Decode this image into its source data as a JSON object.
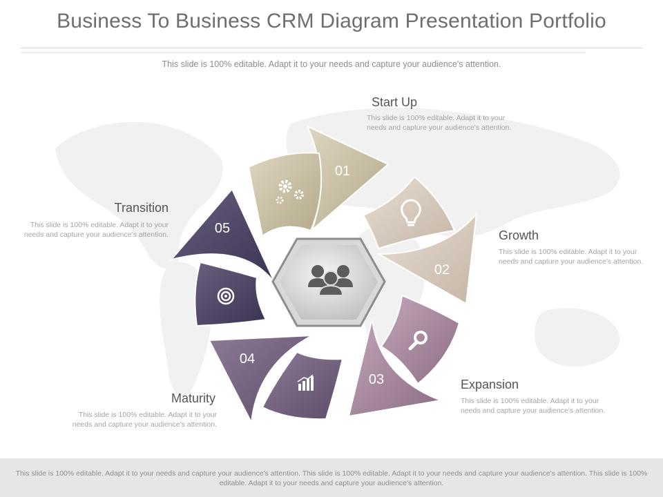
{
  "slide": {
    "title": "Business To Business CRM Diagram Presentation Portfolio",
    "subtitle": "This slide is 100% editable. Adapt it to your needs and capture your audience's attention.",
    "footer": "This slide is 100% editable. Adapt it to your needs and capture your audience's attention. This slide is 100% editable. Adapt it to your needs and capture your audience's attention. This slide is 100% editable. Adapt it to your needs and capture your audience's attention."
  },
  "steps": [
    {
      "number": "01",
      "label": "Start Up",
      "icon": "gears-icon",
      "color": "#c9c0a6",
      "description": "This slide is 100% editable. Adapt it to your needs and capture your audience's attention."
    },
    {
      "number": "02",
      "label": "Growth",
      "icon": "lightbulb-icon",
      "color": "#d6cbbd",
      "description": "This slide is 100% editable. Adapt it to your needs and capture your audience's attention."
    },
    {
      "number": "03",
      "label": "Expansion",
      "icon": "magnifier-icon",
      "color": "#a98aa1",
      "description": "This slide is 100% editable. Adapt it to your needs and capture your audience's attention."
    },
    {
      "number": "04",
      "label": "Maturity",
      "icon": "chart-icon",
      "color": "#75627f",
      "description": "This slide is 100% editable. Adapt it to your needs and capture your audience's attention."
    },
    {
      "number": "05",
      "label": "Transition",
      "icon": "target-icon",
      "color": "#4e4566",
      "description": "This slide is 100% editable. Adapt it to your needs and capture your audience's attention."
    }
  ],
  "center": {
    "icon": "people-group-icon"
  },
  "colors": {
    "hexagon": "#bdbdbd",
    "number_text": "#ffffff",
    "map": "#f1f1f1"
  }
}
